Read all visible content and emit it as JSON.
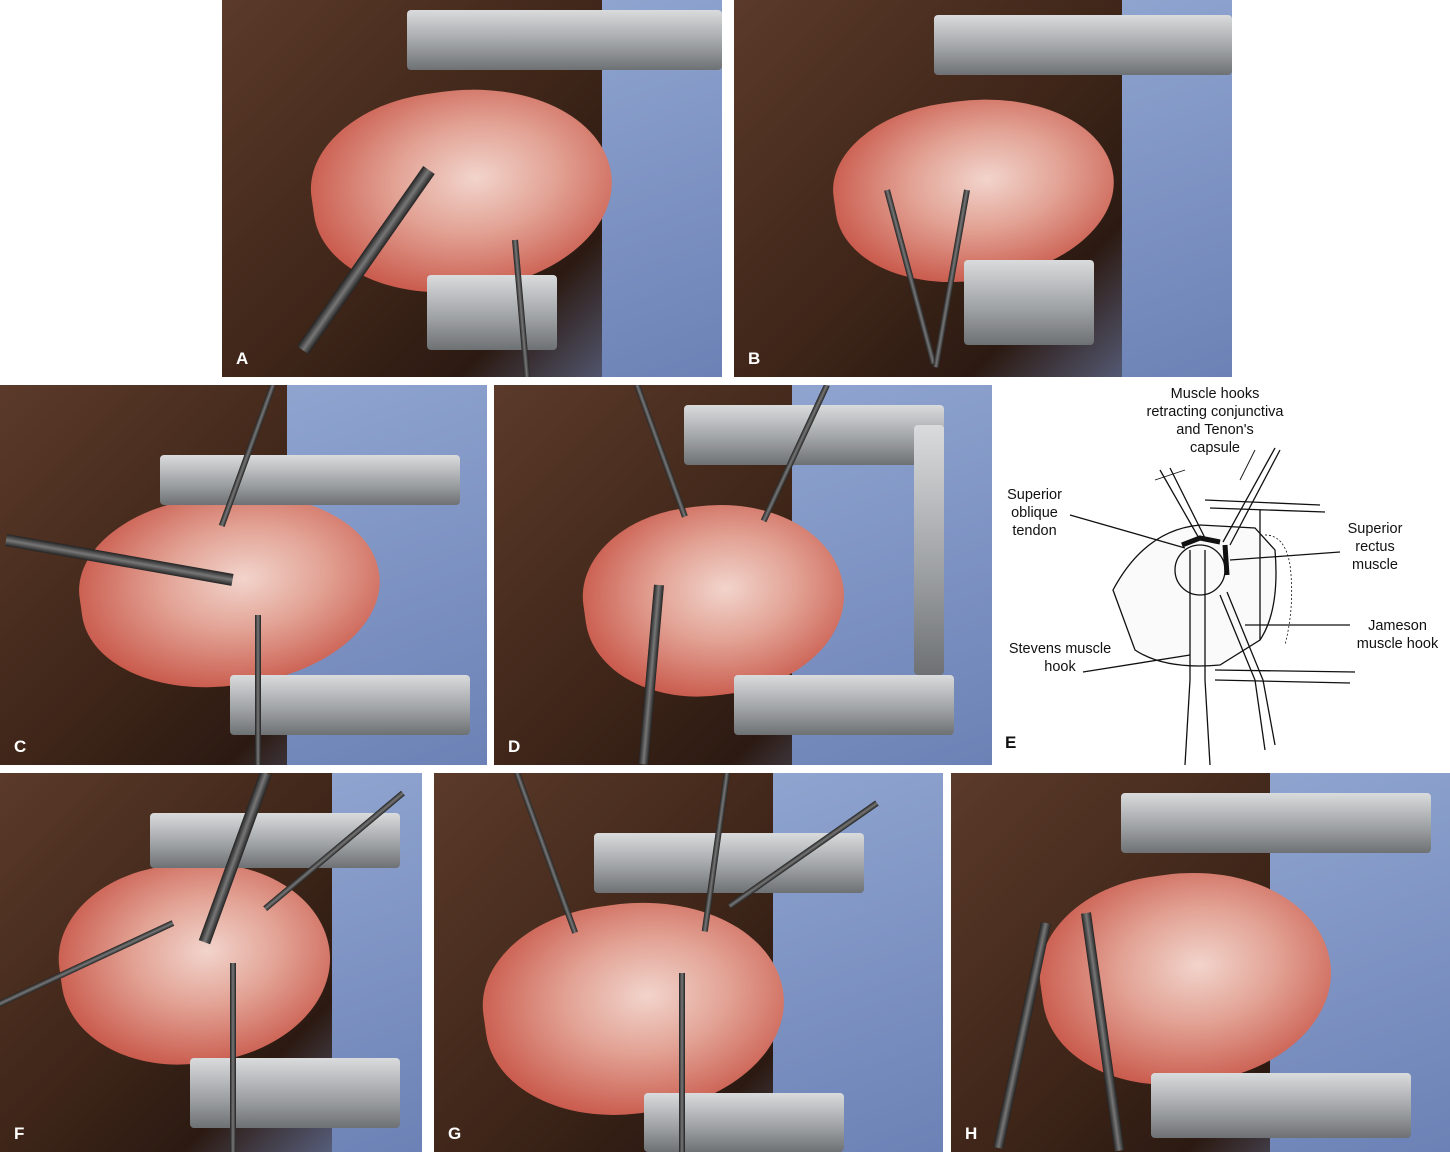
{
  "panels": [
    {
      "label": "A"
    },
    {
      "label": "B"
    },
    {
      "label": "C"
    },
    {
      "label": "D"
    },
    {
      "label": "E"
    },
    {
      "label": "F"
    },
    {
      "label": "G"
    },
    {
      "label": "H"
    }
  ],
  "diagram": {
    "muscle_hooks_line1": "Muscle hooks",
    "muscle_hooks_line2": "retracting conjunctiva",
    "muscle_hooks_line3": "and Tenon's",
    "muscle_hooks_line4": "capsule",
    "superior_oblique_line1": "Superior",
    "superior_oblique_line2": "oblique",
    "superior_oblique_line3": "tendon",
    "superior_rectus_line1": "Superior",
    "superior_rectus_line2": "rectus",
    "superior_rectus_line3": "muscle",
    "jameson_line1": "Jameson",
    "jameson_line2": "muscle hook",
    "stevens_line1": "Stevens muscle",
    "stevens_line2": "hook"
  }
}
